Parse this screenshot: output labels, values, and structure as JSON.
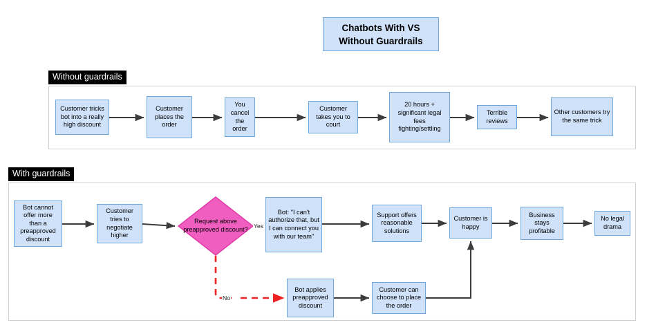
{
  "title": {
    "line1": "Chatbots With VS",
    "line2": "Without Guardrails"
  },
  "colors": {
    "node_fill": "#cfe2f9",
    "node_border": "#6fa8dc",
    "decision_fill": "#f05ec0",
    "decision_border": "#e13ba8",
    "arrow": "#3c3c3c",
    "no_branch": "#ee2222",
    "label_bg": "#000000",
    "label_text": "#ffffff",
    "panel_border": "#d0d0d0"
  },
  "sections": [
    {
      "label": "Without guardrails",
      "nodes": [
        {
          "id": "wo1",
          "text": "Customer tricks bot into a really high discount"
        },
        {
          "id": "wo2",
          "text": "Customer places the order"
        },
        {
          "id": "wo3",
          "text": "You cancel the order"
        },
        {
          "id": "wo4",
          "text": "Customer takes you to court"
        },
        {
          "id": "wo5",
          "text": "20 hours + significant legal fees fighting/settling"
        },
        {
          "id": "wo6",
          "text": "Terrible reviews"
        },
        {
          "id": "wo7",
          "text": "Other customers try the same trick"
        }
      ]
    },
    {
      "label": "With guardrails",
      "nodes": [
        {
          "id": "w1",
          "text": "Bot cannot offer more than a preapproved discount"
        },
        {
          "id": "w2",
          "text": "Customer tries to negotiate higher"
        },
        {
          "id": "w3",
          "text": "Request above preapproved discount?",
          "shape": "diamond"
        },
        {
          "id": "w4",
          "text": "Bot: \"I can't authorize that, but I can connect you with our team\""
        },
        {
          "id": "w5",
          "text": "Support offers reasonable solutions"
        },
        {
          "id": "w6",
          "text": "Customer is happy"
        },
        {
          "id": "w7",
          "text": "Business stays profitable"
        },
        {
          "id": "w8",
          "text": "No legal drama"
        },
        {
          "id": "w9",
          "text": "Bot applies preapproved discount"
        },
        {
          "id": "w10",
          "text": "Customer can choose to place the order"
        }
      ],
      "edge_labels": {
        "yes": "Yes",
        "no": "No"
      }
    }
  ]
}
